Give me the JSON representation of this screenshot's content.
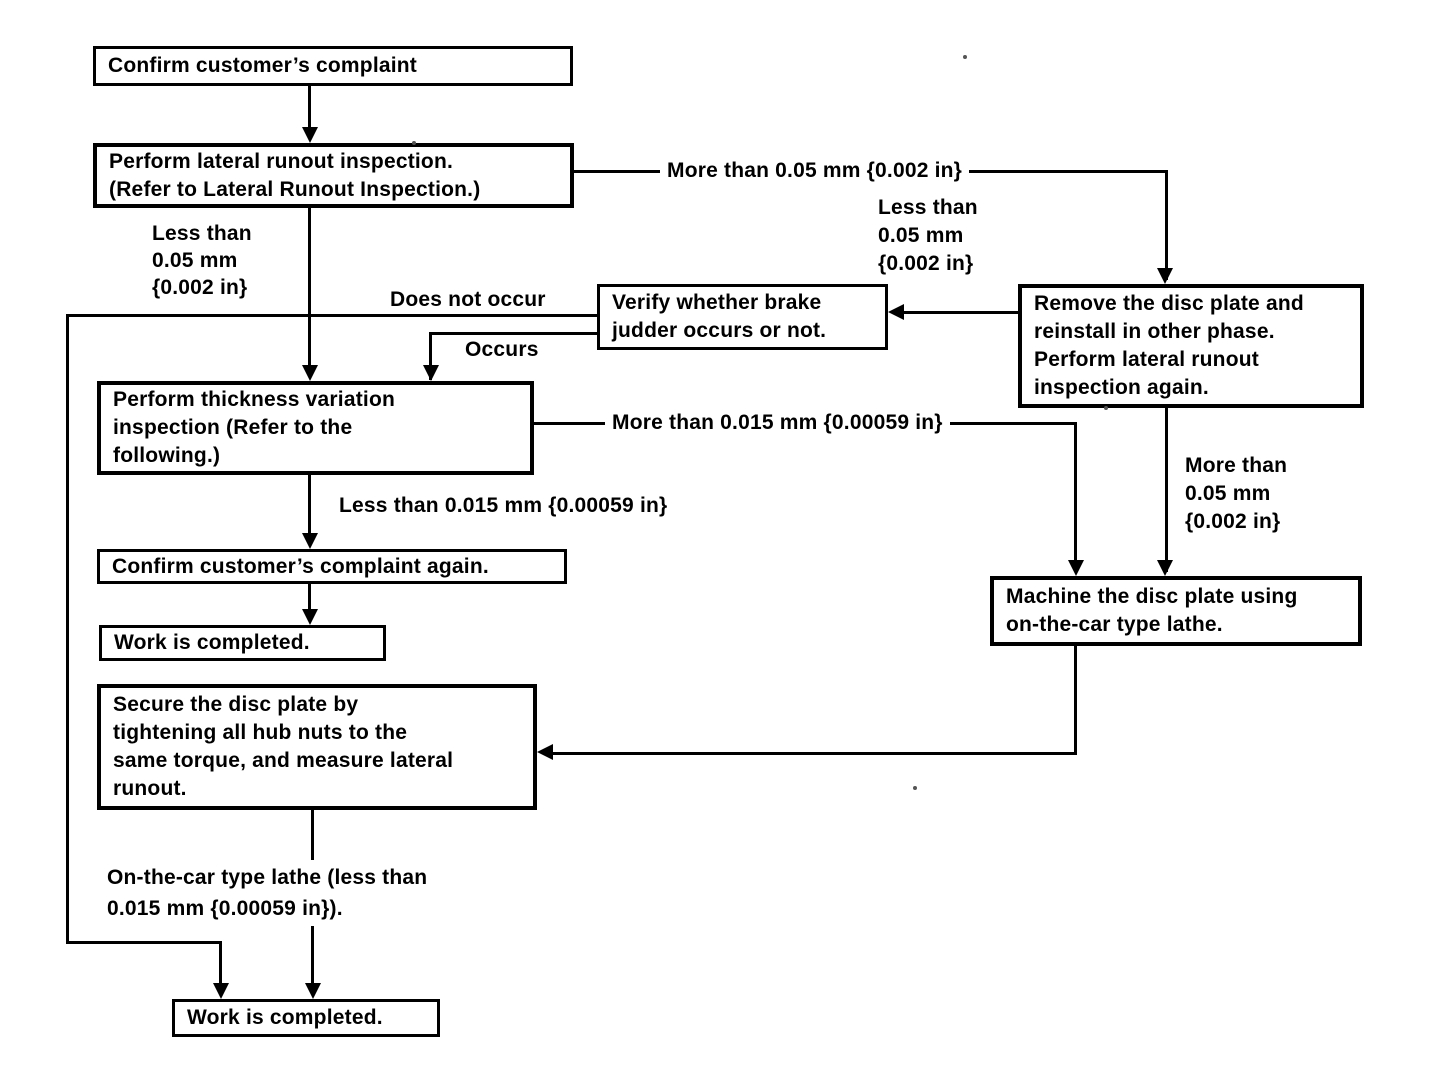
{
  "diagram": {
    "type": "flowchart",
    "subject": "Brake disc plate runout / judder diagnostic procedure",
    "colors": {
      "ink": "#000000",
      "paper": "#ffffff"
    },
    "boxes": {
      "confirm_complaint": "Confirm customer’s complaint",
      "lateral_runout": "Perform lateral runout inspection.\n(Refer to Lateral Runout Inspection.)",
      "verify_judder": "Verify whether brake\njudder occurs or not.",
      "remove_reinstall": "Remove the disc plate and\nreinstall in other phase.\nPerform lateral runout\ninspection again.",
      "thickness_variation": "Perform thickness variation\ninspection (Refer to the\nfollowing.)",
      "confirm_again": "Confirm customer’s complaint again.",
      "work_completed_top": "Work is completed.",
      "secure_disc": "Secure the disc plate by\ntightening all hub nuts to the\nsame torque, and measure lateral\nrunout.",
      "machine_disc": "Machine the disc plate using\non-the-car type lathe.",
      "work_completed_bottom": "Work is completed."
    },
    "edge_labels": {
      "more_than_005_top": "More than 0.05 mm {0.002 in}",
      "less_than_005_left": "Less than\n0.05 mm\n{0.002 in}",
      "less_than_005_right": "Less than\n0.05 mm\n{0.002 in}",
      "does_not_occur": "Does not occur",
      "occurs": "Occurs",
      "more_than_0015": "More than 0.015 mm {0.00059 in}",
      "less_than_0015": "Less than 0.015 mm {0.00059 in}",
      "more_than_005_right": "More than\n0.05 mm\n{0.002 in}",
      "on_the_car_lathe": "On-the-car type lathe (less than\n0.015 mm {0.00059 in})."
    }
  }
}
